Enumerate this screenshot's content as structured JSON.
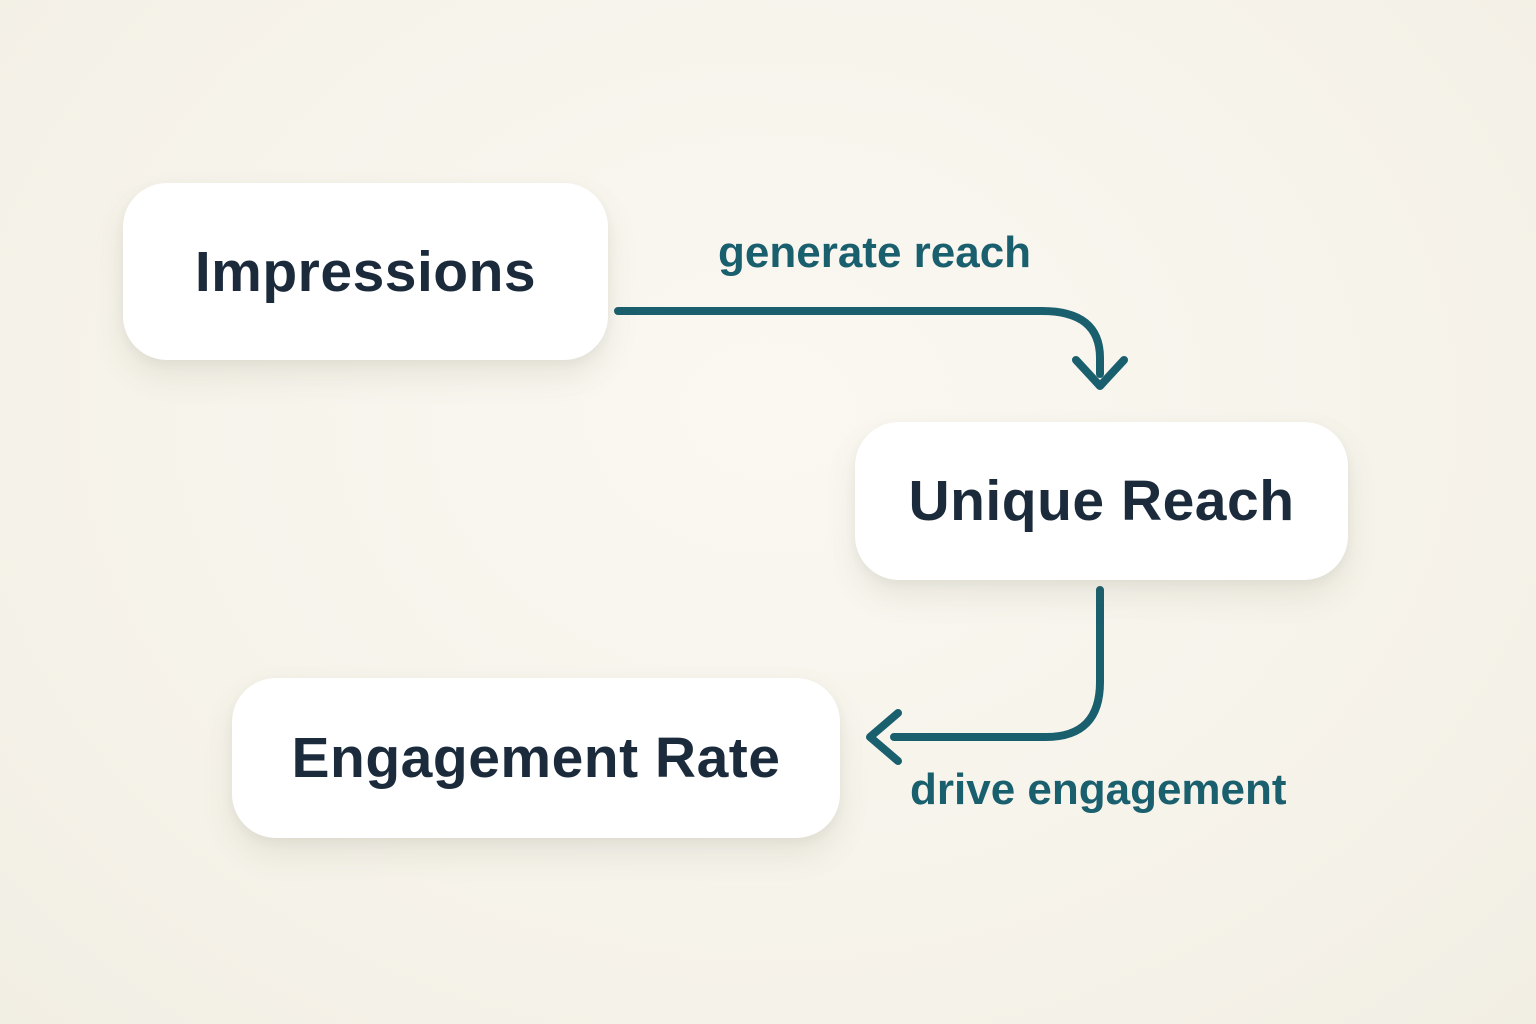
{
  "diagram": {
    "title": "",
    "nodes": [
      {
        "id": "impressions",
        "label": "Impressions"
      },
      {
        "id": "unique-reach",
        "label": "Unique Reach"
      },
      {
        "id": "engagement-rate",
        "label": "Engagement Rate"
      }
    ],
    "edges": [
      {
        "from": "impressions",
        "to": "unique-reach",
        "label": "generate reach",
        "direction": "right-then-down"
      },
      {
        "from": "unique-reach",
        "to": "engagement-rate",
        "label": "drive engagement",
        "direction": "down-then-left"
      }
    ]
  },
  "colors": {
    "background": "#f7f4ec",
    "node_background": "#ffffff",
    "node_text": "#1c2b3c",
    "arrow": "#1a5f6e",
    "edge_label_text": "#1a5f6e"
  }
}
